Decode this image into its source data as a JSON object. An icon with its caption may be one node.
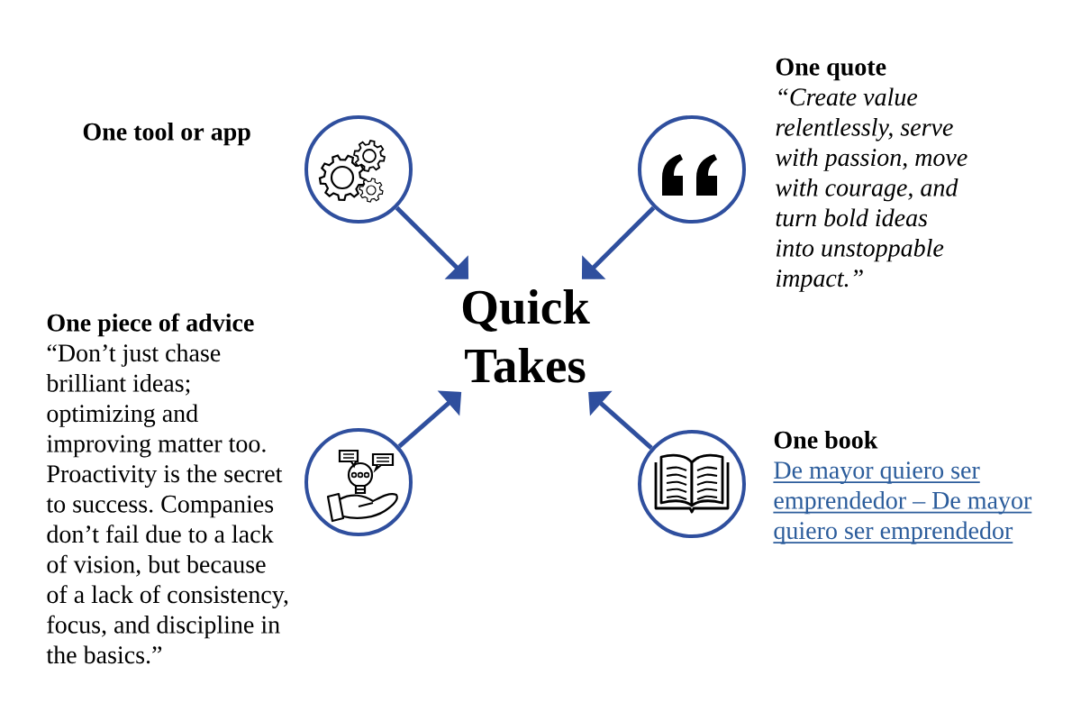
{
  "diagram": {
    "nodes": [
      {
        "text": [],
        "shape": "circle",
        "beside": [
          "One tool or app"
        ]
      },
      {
        "text": [],
        "shape": "circle",
        "beside": [
          "One quote",
          "“Create value relentlessly, serve with passion, move with courage, and turn bold ideas into unstoppable impact.”"
        ]
      },
      {
        "text": [
          "Quick Takes"
        ]
      },
      {
        "text": [],
        "shape": "circle",
        "beside": [
          "One piece of advice",
          "“Don’t just chase brilliant ideas; optimizing and improving matter too. Proactivity is the secret to success. Companies don’t fail due to a lack of vision, but because of a lack of consistency, focus, and discipline in the basics.”"
        ]
      },
      {
        "text": [],
        "shape": "circle",
        "beside": [
          "One book",
          "De mayor quiero ser emprendedor – De mayor quiero ser emprendedor"
        ]
      }
    ],
    "edges": [
      {
        "from": 0,
        "to": 2,
        "arrow": "to"
      },
      {
        "from": 1,
        "to": 2,
        "arrow": "to"
      },
      {
        "from": 3,
        "to": 2,
        "arrow": "to"
      },
      {
        "from": 4,
        "to": 2,
        "arrow": "to"
      }
    ]
  }
}
